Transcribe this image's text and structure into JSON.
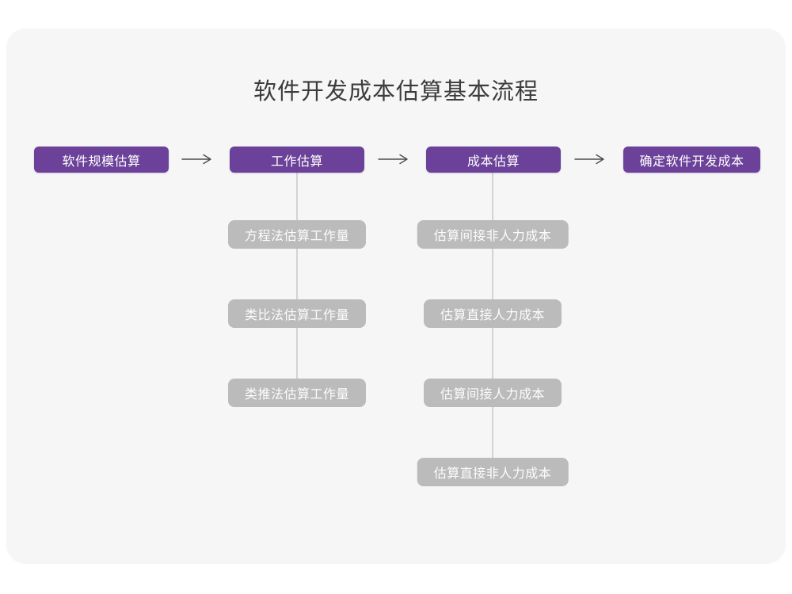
{
  "title": "软件开发成本估算基本流程",
  "colors": {
    "main_node_bg": "#6B4199",
    "main_node_text": "#FFFFFF",
    "sub_node_bg": "#BBBBBB",
    "sub_node_text": "#FCFCFC",
    "card_bg": "#F6F6F7",
    "page_bg": "#FFFFFF",
    "arrow": "#4D4D4D",
    "connector_line": "#D3D3D3",
    "title_text": "#3C3C3C"
  },
  "flow": {
    "nodes": [
      {
        "label": "软件规模估算"
      },
      {
        "label": "工作估算"
      },
      {
        "label": "成本估算"
      },
      {
        "label": "确定软件开发成本"
      }
    ]
  },
  "columns": [
    {
      "parent": "工作估算",
      "items": [
        {
          "label": "方程法估算工作量"
        },
        {
          "label": "类比法估算工作量"
        },
        {
          "label": "类推法估算工作量"
        }
      ]
    },
    {
      "parent": "成本估算",
      "items": [
        {
          "label": "估算间接非人力成本"
        },
        {
          "label": "估算直接人力成本"
        },
        {
          "label": "估算间接人力成本"
        },
        {
          "label": "估算直接非人力成本"
        }
      ]
    }
  ]
}
